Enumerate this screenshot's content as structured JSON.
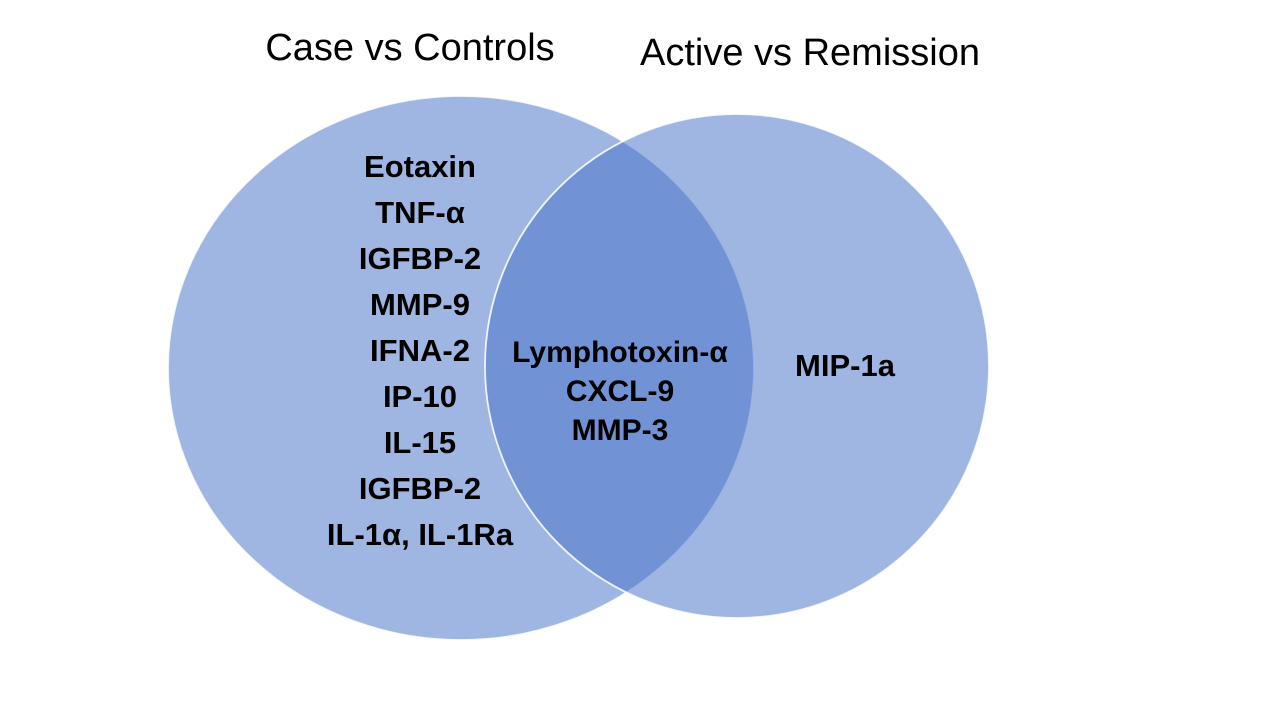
{
  "titles": {
    "left": "Case vs Controls",
    "right": "Active vs Remission"
  },
  "venn": {
    "fill_color": "#416dc5",
    "fill_opacity": "0.5",
    "edge_color": "#ffffff",
    "text_color": "#000000",
    "left_set": {
      "label": "Case vs Controls",
      "items": [
        "Eotaxin",
        "TNF-α",
        "IGFBP-2",
        "MMP-9",
        "IFNA-2",
        "IP-10",
        "IL-15",
        "IGFBP-2",
        "IL-1α, IL-1Ra"
      ]
    },
    "overlap_set": {
      "items": [
        "Lymphotoxin-α",
        "CXCL-9",
        "MMP-3"
      ]
    },
    "right_set": {
      "label": "Active vs Remission",
      "items": [
        "MIP-1a"
      ]
    }
  }
}
